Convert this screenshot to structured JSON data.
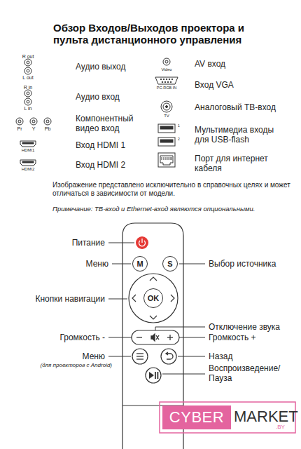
{
  "diagram": {
    "title": "Обзор Входов/Выходов проектора и пульта дистанционного управления",
    "nodes": [
      {
        "text": [
          "M"
        ]
      },
      {
        "text": [
          "S"
        ]
      },
      {
        "text": [
          "OK"
        ]
      },
      {
        "text": [
          "CYBER"
        ]
      }
    ],
    "labels": [
      "R out",
      "L out",
      "Аудио выход",
      "R in",
      "L in",
      "Аудио вход",
      "Pr",
      "Y",
      "Pb",
      "Компонентный видео вход",
      "HDMI1",
      "Вход HDMI 1",
      "HDMI2",
      "Вход HDMI 2",
      "Video",
      "AV вход",
      "PC-RGB IN",
      "Вход VGA",
      "TV",
      "Аналоговый ТВ-вход",
      "1",
      "2",
      "Мультимедиа входы для USB-flash",
      "Порт для интернет кабеля",
      "Изображение представлено исключительно в справочных целях и может отличаться в зависимости от модели.",
      "Примечание: ТВ-вход и Ethernet-вход являются опциональными.",
      "Питание",
      "Меню",
      "Кнопки навигации",
      "Громкость -",
      "Меню",
      "(для проекторов с Android)",
      "Выбор источника",
      "Отключение звука",
      "Громкость +",
      "Назад",
      "Воспроизведение/ Пауза",
      "MARKET",
      ".BY"
    ]
  }
}
